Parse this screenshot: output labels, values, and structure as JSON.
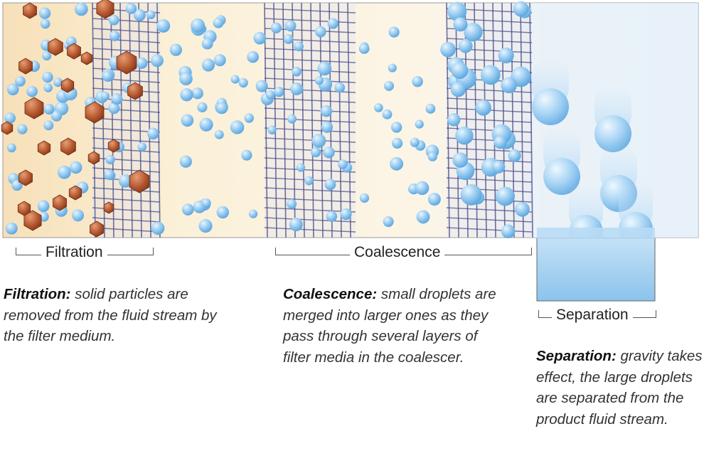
{
  "stages": [
    {
      "label": "Filtration",
      "term": "Filtration:",
      "text": "solid particles are removed from the fluid stream by the filter medium."
    },
    {
      "label": "Coalescence",
      "term": "Coalescence:",
      "text": "small droplets are merged into larger ones as they pass through several layers of filter media in the coalescer."
    },
    {
      "label": "Separation",
      "term": "Separation:",
      "text": "gravity takes effect, the large droplets are separated from the product fluid stream."
    }
  ],
  "colors": {
    "particle": "#b3552e",
    "droplet": "#8fc6ef",
    "mesh": "#4a4e8c",
    "fluid_warm": "#fbf0d8",
    "separated_liquid": "#a9d3f1"
  },
  "icons": [
    "solid-particle-hexagon",
    "droplet-sphere",
    "filter-mesh"
  ]
}
